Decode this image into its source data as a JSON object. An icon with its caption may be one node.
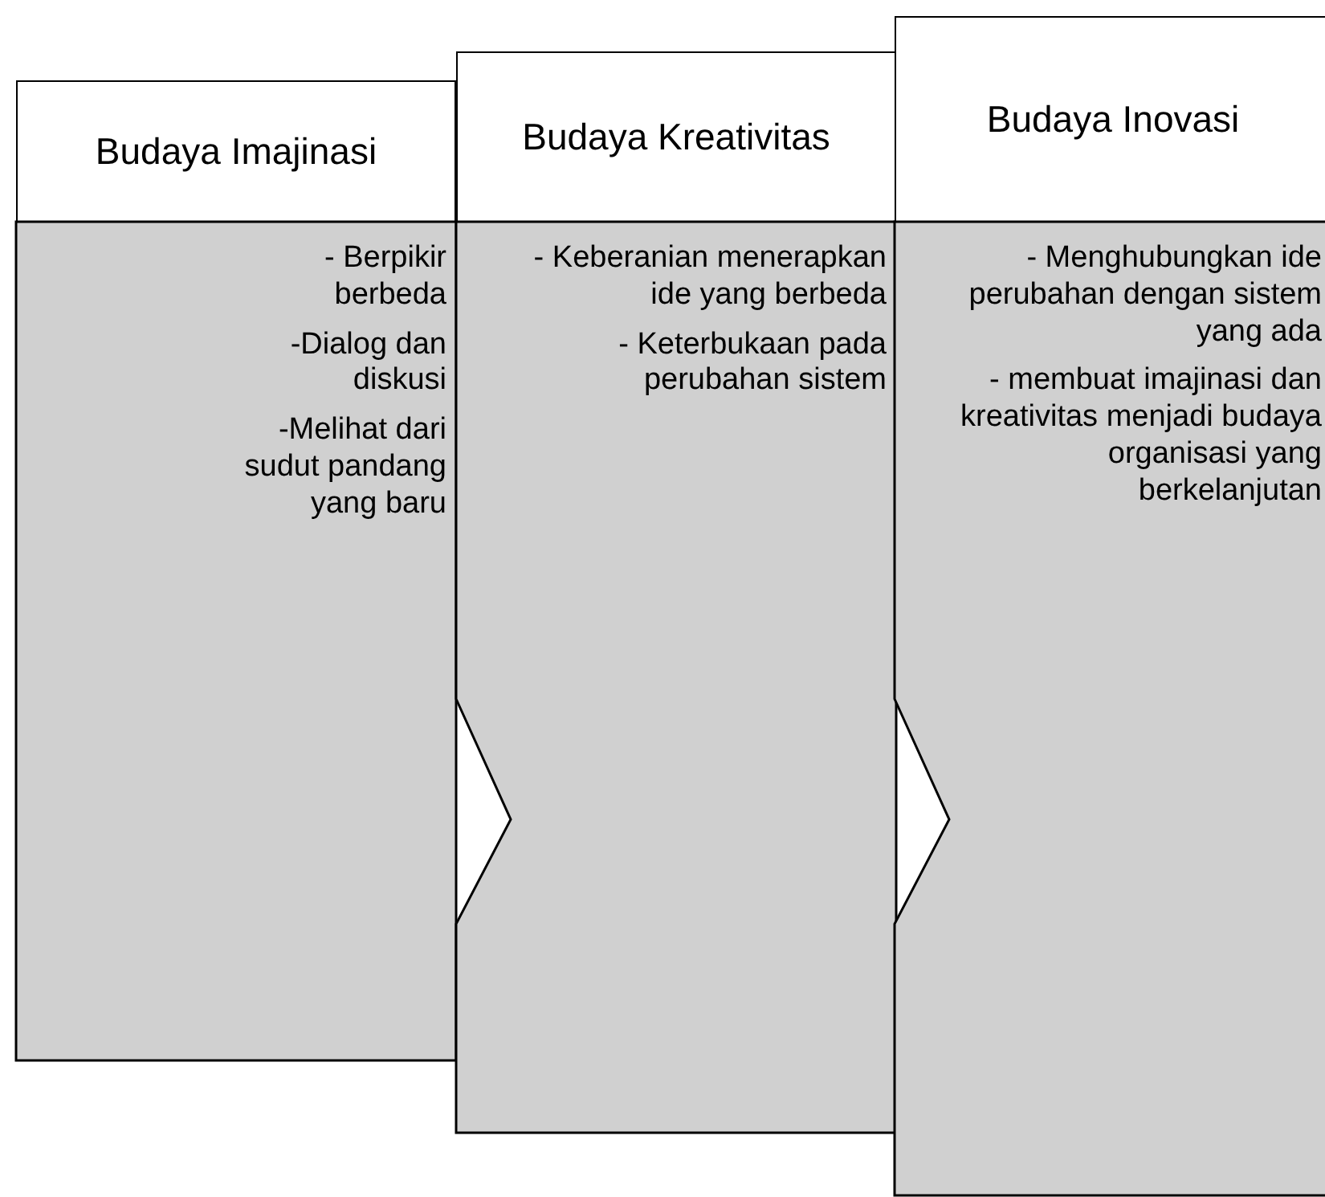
{
  "diagram": {
    "nodes": [
      {
        "text": [
          "Budaya Imajinasi"
        ]
      },
      {
        "text": [
          "- Berpikir berbeda",
          "-Dialog dan diskusi",
          "-Melihat dari sudut pandang yang baru"
        ]
      },
      {
        "text": [
          "Budaya Kreativitas"
        ]
      },
      {
        "text": [
          "- Keberanian menerapkan ide yang berbeda",
          "- Keterbukaan pada perubahan sistem"
        ]
      },
      {
        "text": [
          "Budaya Inovasi"
        ]
      },
      {
        "text": [
          "- Menghubungkan ide perubahan dengan sistem yang ada",
          "- membuat imajinasi dan kreativitas menjadi budaya organisasi yang berkelanjutan"
        ]
      }
    ]
  }
}
